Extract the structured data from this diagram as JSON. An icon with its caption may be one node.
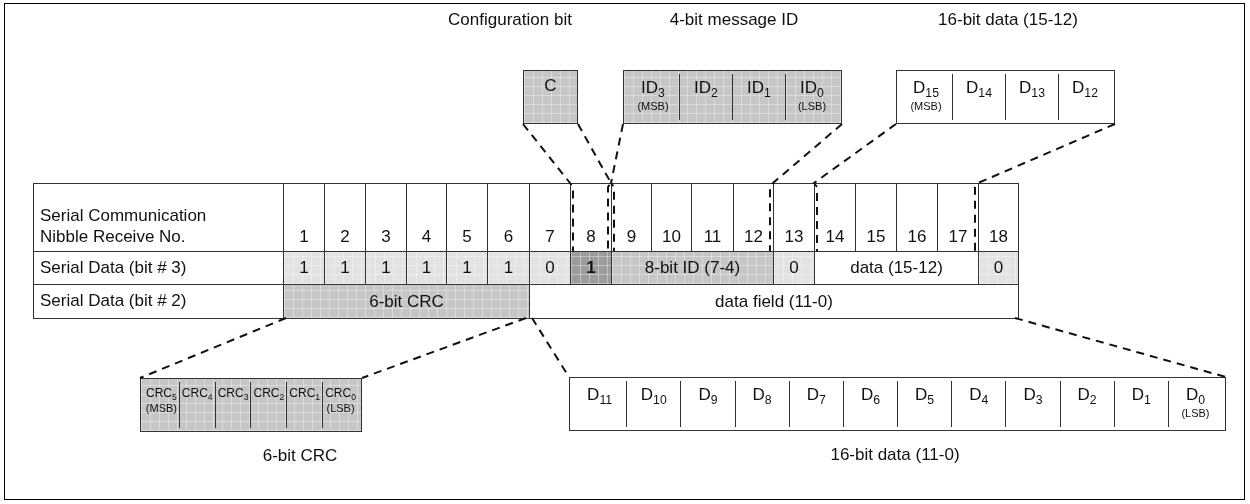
{
  "diagram": {
    "nodes": [
      {
        "text": [
          "Configuration bit",
          "C"
        ]
      },
      {
        "text": [
          "4-bit message ID"
        ]
      },
      {
        "text": [
          "ID$_{3}$",
          "(MSB)"
        ],
        "in": 1
      },
      {
        "text": [
          "ID$_{2}$"
        ],
        "in": 1
      },
      {
        "text": [
          "ID$_{1}$"
        ],
        "in": 1
      },
      {
        "text": [
          "ID$_{0}$",
          "(LSB)"
        ],
        "in": 1
      },
      {
        "text": [
          "16-bit data (15-12)"
        ]
      },
      {
        "text": [
          "D$_{15}$",
          "(MSB)"
        ],
        "in": 6
      },
      {
        "text": [
          "D$_{14}$"
        ],
        "in": 6
      },
      {
        "text": [
          "D$_{13}$"
        ],
        "in": 6
      },
      {
        "text": [
          "D$_{12}$"
        ],
        "in": 6
      },
      {
        "text": [
          "1"
        ]
      },
      {
        "text": [
          "8-bit ID (7-4)"
        ]
      },
      {
        "text": [
          "data (15-12)"
        ]
      },
      {
        "text": [
          "6-bit CRC"
        ]
      },
      {
        "text": [
          "data field (11-0)"
        ]
      },
      {
        "text": [
          "6-bit CRC"
        ]
      },
      {
        "text": [
          "CRC$_{5}$",
          "(MSB)"
        ],
        "in": 16
      },
      {
        "text": [
          "CRC$_{4}$"
        ],
        "in": 16
      },
      {
        "text": [
          "CRC$_{3}$"
        ],
        "in": 16
      },
      {
        "text": [
          "CRC$_{2}$"
        ],
        "in": 16
      },
      {
        "text": [
          "CRC$_{1}$"
        ],
        "in": 16
      },
      {
        "text": [
          "CRC$_{0}$",
          "(LSB)"
        ],
        "in": 16
      },
      {
        "text": [
          "16-bit data (11-0)"
        ]
      },
      {
        "text": [
          "D$_{11}$"
        ],
        "in": 23
      },
      {
        "text": [
          "D$_{10}$"
        ],
        "in": 23
      },
      {
        "text": [
          "D$_{9}$"
        ],
        "in": 23
      },
      {
        "text": [
          "D$_{8}$"
        ],
        "in": 23
      },
      {
        "text": [
          "D$_{7}$"
        ],
        "in": 23
      },
      {
        "text": [
          "D$_{6}$"
        ],
        "in": 23
      },
      {
        "text": [
          "D$_{5}$"
        ],
        "in": 23
      },
      {
        "text": [
          "D$_{4}$"
        ],
        "in": 23
      },
      {
        "text": [
          "D$_{3}$"
        ],
        "in": 23
      },
      {
        "text": [
          "D$_{2}$"
        ],
        "in": 23
      },
      {
        "text": [
          "D$_{1}$"
        ],
        "in": 23
      },
      {
        "text": [
          "D$_{0}$",
          "(LSB)"
        ],
        "in": 23
      }
    ],
    "edges": [
      {
        "from": 0,
        "to": 11,
        "arrow": "none",
        "style": "dashed"
      },
      {
        "from": 0,
        "to": 11,
        "arrow": "none",
        "style": "dashed"
      },
      {
        "from": 1,
        "to": 12,
        "arrow": "none",
        "style": "dashed"
      },
      {
        "from": 1,
        "to": 12,
        "arrow": "none",
        "style": "dashed"
      },
      {
        "from": 6,
        "to": 13,
        "arrow": "none",
        "style": "dashed"
      },
      {
        "from": 6,
        "to": 13,
        "arrow": "none",
        "style": "dashed"
      },
      {
        "from": 14,
        "to": 16,
        "arrow": "none",
        "style": "dashed"
      },
      {
        "from": 14,
        "to": 16,
        "arrow": "none",
        "style": "dashed"
      },
      {
        "from": 15,
        "to": 23,
        "arrow": "none",
        "style": "dashed"
      },
      {
        "from": 15,
        "to": 23,
        "arrow": "none",
        "style": "dashed"
      }
    ],
    "labels": [
      "Serial Communication Nibble Receive No.",
      "1",
      "2",
      "3",
      "4",
      "5",
      "6",
      "7",
      "8",
      "9",
      "10",
      "11",
      "12",
      "13",
      "14",
      "15",
      "16",
      "17",
      "18",
      "Serial Data (bit # 3)",
      "1",
      "1",
      "1",
      "1",
      "1",
      "1",
      "0",
      "0",
      "0",
      "Serial Data (bit # 2)"
    ]
  }
}
